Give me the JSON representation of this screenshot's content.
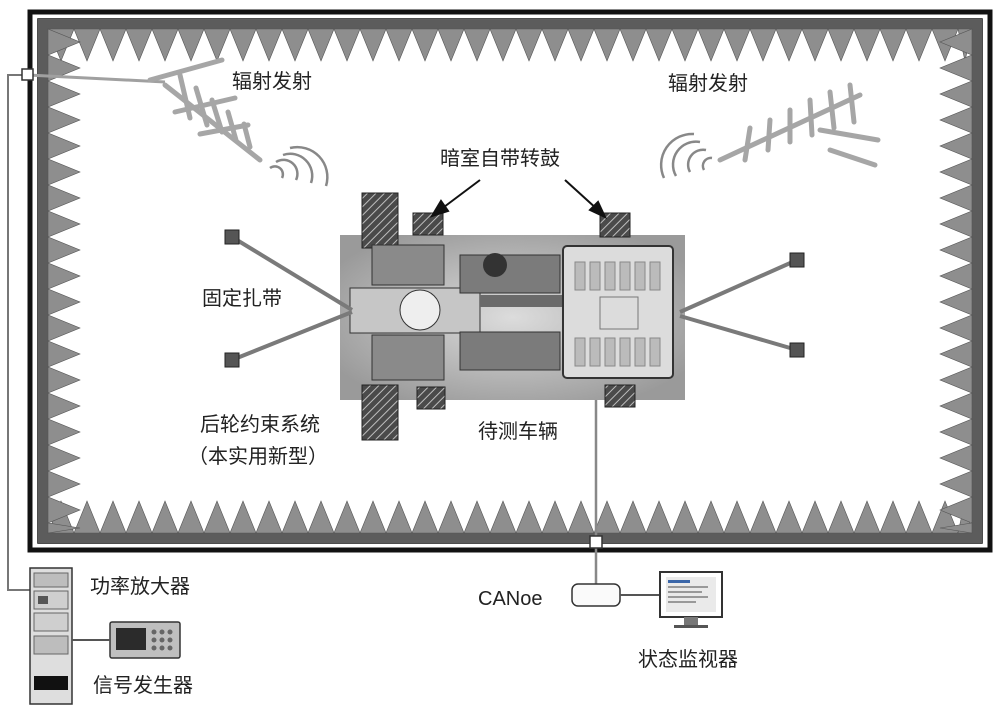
{
  "labels": {
    "radiation_left": "辐射发射",
    "radiation_right": "辐射发射",
    "drum": "暗室自带转鼓",
    "strap": "固定扎带",
    "rear_restraint_line1": "后轮约束系统",
    "rear_restraint_line2": "（本实用新型）",
    "vehicle": "待测车辆",
    "canoe": "CANoe",
    "monitor": "状态监视器",
    "amplifier": "功率放大器",
    "generator": "信号发生器"
  },
  "colors": {
    "wall": "#5c5c5c",
    "absorber": "#8e8e8e",
    "antenna": "#a6a6a6",
    "frame": "#111111",
    "cable": "#7a7a7a"
  }
}
